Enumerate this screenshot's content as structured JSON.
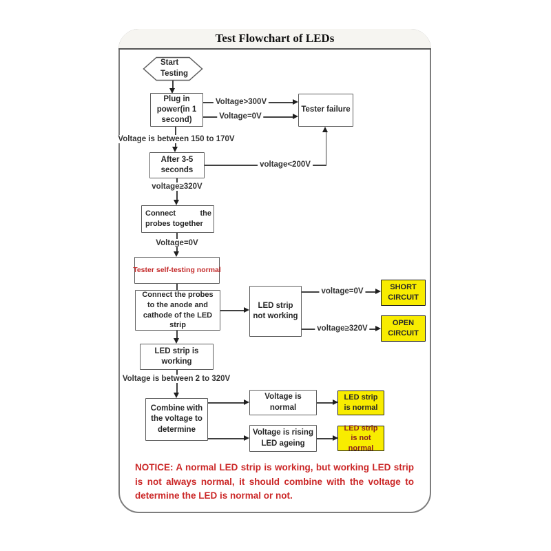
{
  "title": "Test Flowchart of LEDs",
  "nodes": {
    "start": "Start\nTesting",
    "plug": "Plug in power(in 1 second)",
    "tester_failure": "Tester failure",
    "after": "After 3-5 seconds",
    "connect_together": "Connect the probes together",
    "self_test": "Tester self-testing normal",
    "connect_anode": "Connect the probes to the anode and cathode of the LED strip",
    "strip_not_working": "LED strip not working",
    "short_circuit": "SHORT CIRCUIT",
    "open_circuit": "OPEN CIRCUIT",
    "strip_working": "LED strip is working",
    "combine": "Combine with the voltage to determine",
    "voltage_normal": "Voltage is normal",
    "voltage_rising": "Voltage is rising LED ageing",
    "strip_normal": "LED strip is normal",
    "strip_not_normal": "LED strip is not normal"
  },
  "edge_labels": {
    "voltage_gt_300": "Voltage>300V",
    "voltage_eq_0_top": "Voltage=0V",
    "between_150_170": "Voltage is between 150 to 170V",
    "voltage_lt_200": "voltage<200V",
    "voltage_ge_320_top": "voltage≥320V",
    "voltage_eq_0_mid": "Voltage=0V",
    "voltage_eq_0_right": "voltage=0V",
    "voltage_ge_320_right": "voltage≥320V",
    "between_2_320": "Voltage is between 2 to 320V"
  },
  "notice": {
    "label": "NOTICE:",
    "text": " A normal LED strip is working, but working LED strip is not always normal, it should combine with the voltage to determine the LED is normal or not."
  },
  "colors": {
    "highlight_yellow": "#f8ec00",
    "alert_red": "#c42a2a",
    "notice_red": "#cb2727",
    "line_gray": "#3f3f3f",
    "border_gray": "#5d5d5d"
  }
}
